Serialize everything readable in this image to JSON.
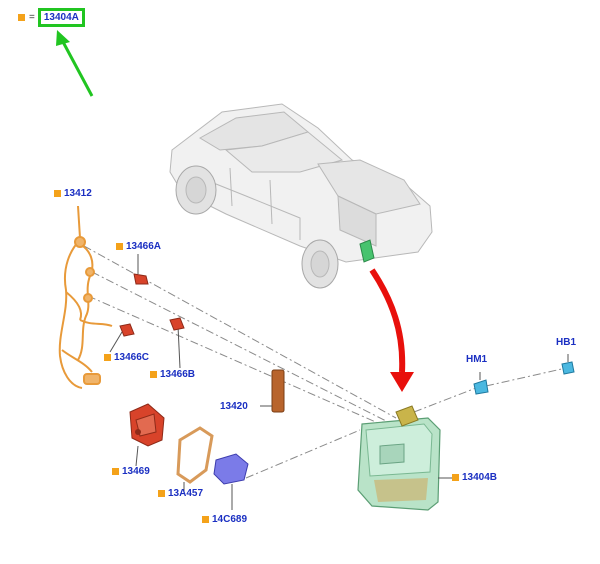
{
  "legend": {
    "equals": "=",
    "part": "13404A"
  },
  "labels": {
    "p13412": "13412",
    "p13466A": "13466A",
    "p13466C": "13466C",
    "p13466B": "13466B",
    "p13420": "13420",
    "p13469": "13469",
    "p13A457": "13A457",
    "p14C689": "14C689",
    "p13404B": "13404B",
    "pHM1": "HM1",
    "pHB1": "HB1"
  },
  "colors": {
    "label_text": "#1a2fc2",
    "marker": "#f4a21a",
    "highlight_box": "#21c521",
    "green_arrow": "#21c521",
    "red_arrow": "#e8100c",
    "harness": "#e89a3a",
    "lamp_body": "#b9e3c8",
    "connector_blue": "#7b7be8",
    "bracket_red": "#d8432a"
  }
}
